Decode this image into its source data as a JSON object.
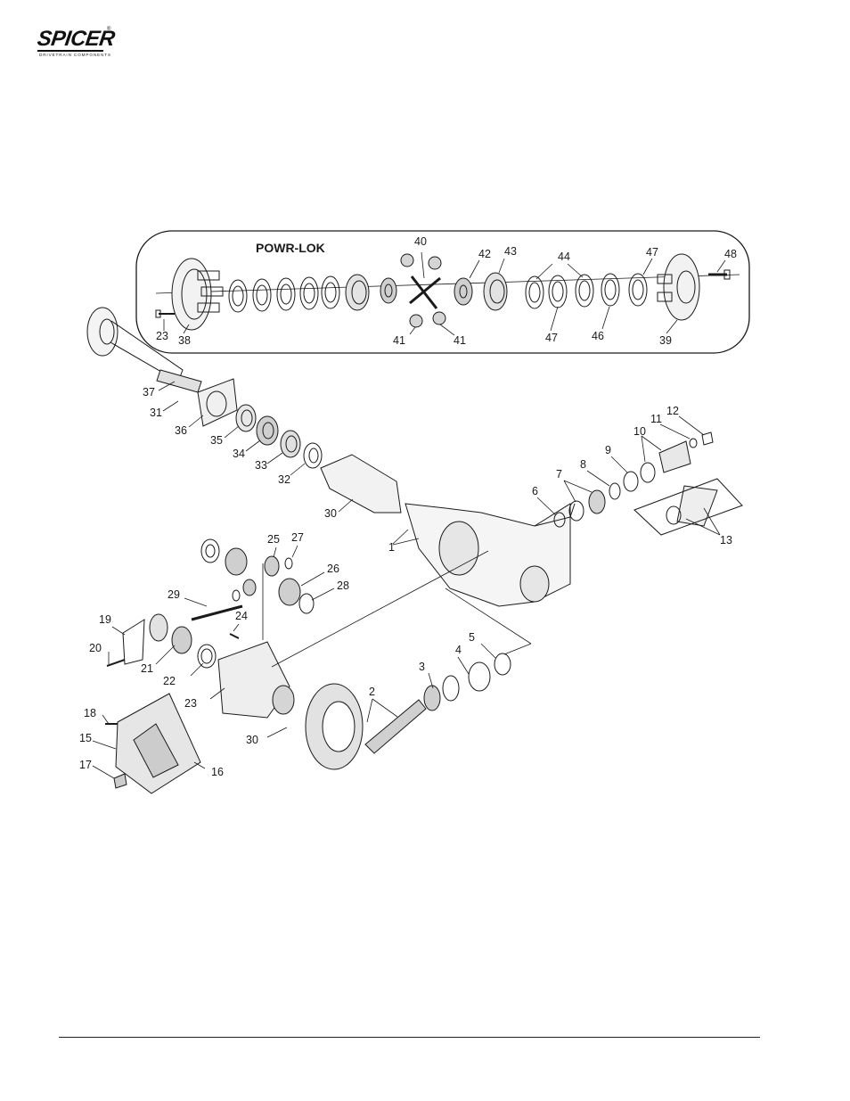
{
  "logo": {
    "brand": "SPICER",
    "registered": "®",
    "tagline": "DRIVETRAIN COMPONENTS"
  },
  "inset": {
    "title": "POWR-LOK"
  },
  "callouts": {
    "c1": "1",
    "c2": "2",
    "c3": "3",
    "c4": "4",
    "c5": "5",
    "c6": "6",
    "c7": "7",
    "c8": "8",
    "c9": "9",
    "c10": "10",
    "c11": "11",
    "c12": "12",
    "c13": "13",
    "c15": "15",
    "c16": "16",
    "c17": "17",
    "c18": "18",
    "c19": "19",
    "c20": "20",
    "c21": "21",
    "c22": "22",
    "c23a": "23",
    "c23b": "23",
    "c24": "24",
    "c25": "25",
    "c26": "26",
    "c27": "27",
    "c28": "28",
    "c29": "29",
    "c30a": "30",
    "c30b": "30",
    "c31": "31",
    "c32": "32",
    "c33": "33",
    "c34": "34",
    "c35": "35",
    "c36": "36",
    "c37": "37",
    "c38": "38",
    "c39": "39",
    "c40": "40",
    "c41a": "41",
    "c41b": "41",
    "c42": "42",
    "c43": "43",
    "c44": "44",
    "c46": "46",
    "c47a": "47",
    "c47b": "47",
    "c48": "48"
  },
  "colors": {
    "line": "#1a1a1a",
    "shade": "#bdbdbd",
    "background": "#ffffff"
  }
}
